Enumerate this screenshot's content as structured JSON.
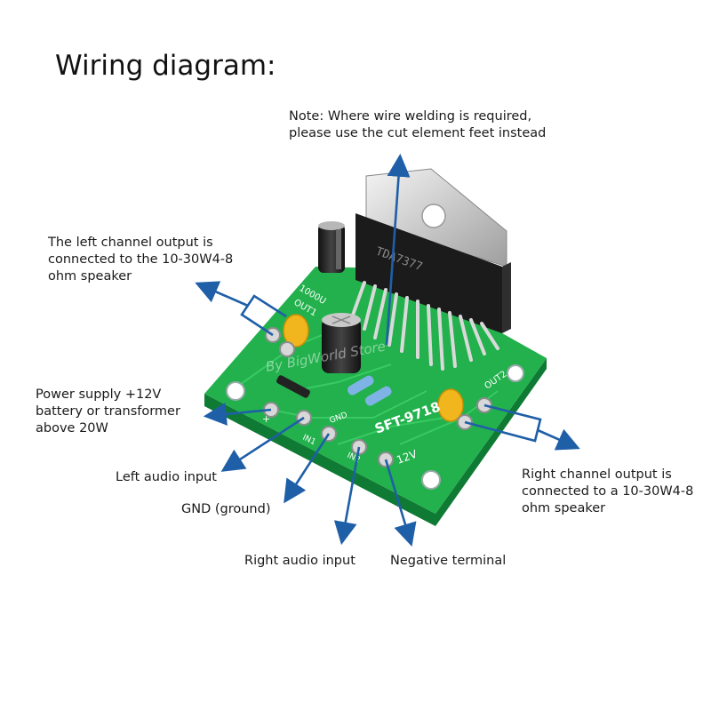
{
  "title": "Wiring diagram:",
  "notes": {
    "welding_note": [
      "Note: Where wire welding is required,",
      "please use the cut element feet instead"
    ],
    "left_output": [
      "The left channel output is",
      "connected to the 10-30W4-8",
      "ohm speaker"
    ],
    "power_supply": [
      "Power supply +12V",
      "battery or transformer",
      "above 20W"
    ],
    "left_audio": [
      "Left audio input"
    ],
    "gnd": [
      "GND (ground)"
    ],
    "right_audio": [
      "Right audio input"
    ],
    "negative": [
      "Negative terminal"
    ],
    "right_output": [
      "Right channel output is",
      "connected to a 10-30W4-8",
      "ohm speaker"
    ]
  },
  "board": {
    "chip_marking": "TDA7377",
    "model": "SFT-9718",
    "out1": "OUT1",
    "out2": "OUT2",
    "voltage": "12V",
    "cap_value": "1000U",
    "in1": "IN1",
    "in2": "IN2",
    "gnd": "GND",
    "plus": "+",
    "watermark": "By BigWorld Store"
  },
  "colors": {
    "arrow": "#1f5fa8",
    "board": "#1fae4a",
    "board_dark": "#14863a"
  }
}
